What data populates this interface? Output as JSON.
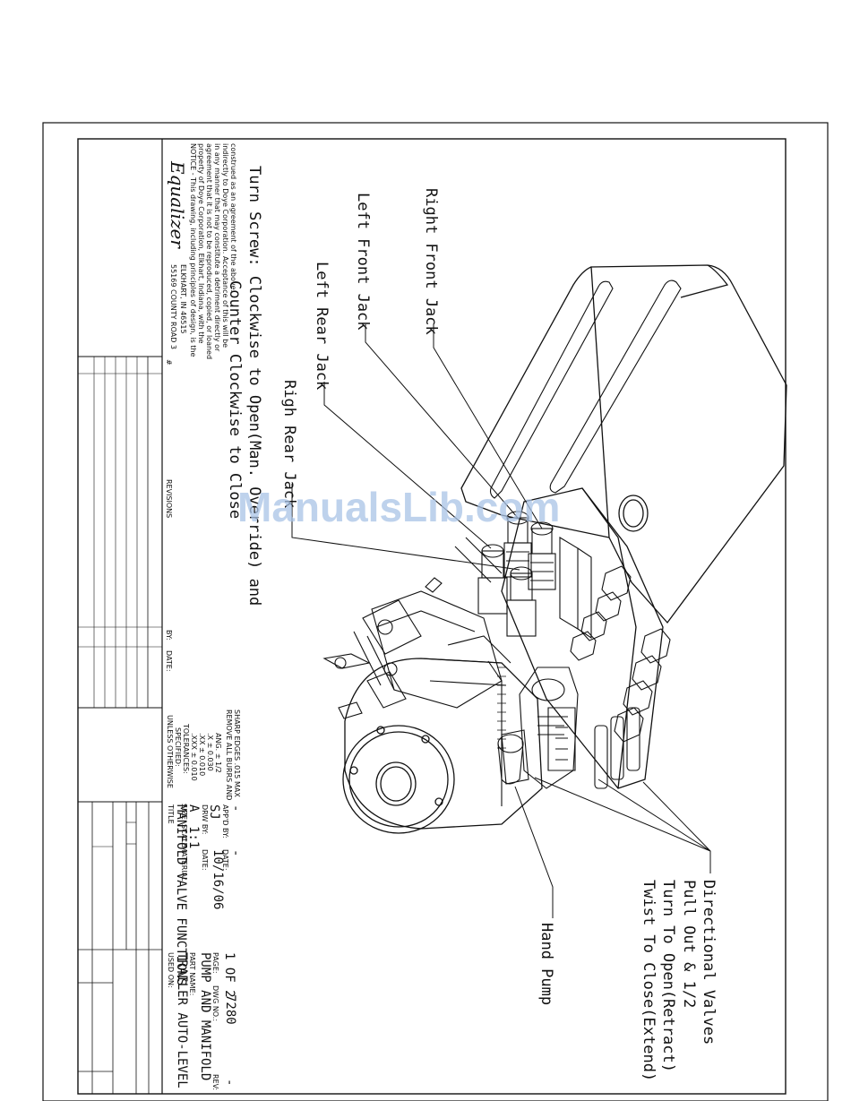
{
  "watermark": "ManualsLib.com",
  "company": {
    "logo": "Equalizer",
    "address_line1": "55169 COUNTY ROAD 3",
    "address_line2": "ELKHART, IN 46515",
    "notice": [
      "NOTICE - This drawing, including principles of design, is the",
      "property of Doye Corporation, Elkhart, Indiana, with the",
      "agreement that it is not to be reproduced, copied, or loaned",
      "in any manner that may constitute a detriment directly or",
      "indirectly to Doye Corporation. Acceptance of this will be",
      "construed as an agreement of the above."
    ]
  },
  "revisions": {
    "num_header": "#",
    "title": "REVISIONS",
    "by_header": "BY:",
    "date_header": "DATE:"
  },
  "tolerances": [
    "UNLESS OTHERWISE",
    "SPECIFIED:",
    "TOLERANCES:",
    ".XXX ± 0.010",
    ".XX ± 0.010",
    ".X ± 0.030",
    "ANG. ± 1/2",
    "REMOVE ALL BURRS AND",
    "SHARP EDGES .015 MAX"
  ],
  "title_block": {
    "title_label": "TITLE",
    "title_value": "MANIFOLD VALVE FUNCTIONS",
    "size_label": "SIZE",
    "size_value": "A",
    "scale_label": "SCALE",
    "scale_value": "1:1",
    "material_label": "MATERIAL",
    "drawn_label": "DRW BY:",
    "drawn_value": "SJ",
    "date_label": "DATE:",
    "date_value": "10/16/06",
    "appd_label": "APP'D BY:",
    "appd_value": "-",
    "appd_date_label": "DATE:",
    "appd_date_value": "-",
    "used_on_label": "USED ON:",
    "used_on_value": "TRAILER AUTO-LEVEL",
    "part_label": "PART NAME:",
    "part_value": "PUMP AND MANIFOLD",
    "page_label": "PAGE:",
    "page_value": "1 OF 2",
    "dwg_label": "DWG NO.:",
    "dwg_value": "7280",
    "rev_label": "REV:",
    "rev_value": "-"
  },
  "callouts": {
    "right_front_jack": "Right Front Jack",
    "left_front_jack": "Left Front Jack",
    "left_rear_jack": "Left Rear Jack",
    "right_rear_jack": "Righ Rear Jack",
    "turn_screw_1": "Turn Screw:  Clockwise to Open(Man. Override) and",
    "turn_screw_2": "Counter Clockwise to Close",
    "directional_1": "Directional Valves",
    "directional_2": "Pull Out & 1/2",
    "directional_3": "Turn To Open(Retract)",
    "directional_4": "Twist To Close(Extend)",
    "hand_pump": "Hand Pump"
  }
}
